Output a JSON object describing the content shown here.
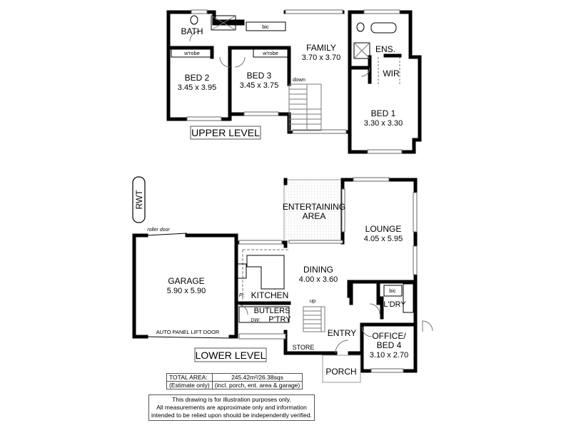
{
  "upper_level": {
    "title": "UPPER LEVEL",
    "rooms": {
      "bath": "BATH",
      "bic": "bic",
      "family": "FAMILY",
      "family_dim": "3.70 x 3.70",
      "ens": "ENS.",
      "wir": "WIR",
      "bed1": "BED 1",
      "bed1_dim": "3.30 x 3.30",
      "bed2": "BED 2",
      "bed2_dim": "3.45 x 3.95",
      "bed3": "BED 3",
      "bed3_dim": "3.45 x 3.75",
      "wrobe2": "w'robe",
      "wrobe3": "w'robe",
      "stairs": "down"
    }
  },
  "lower_level": {
    "title": "LOWER LEVEL",
    "rwt": "RWT",
    "rooms": {
      "entertaining_1": "ENTERTAINING",
      "entertaining_2": "AREA",
      "lounge": "LOUNGE",
      "lounge_dim": "4.05 x 5.95",
      "garage": "GARAGE",
      "garage_dim": "5.90 x 5.90",
      "roller_door": "roller door",
      "garage_door": "AUTO PANEL LIFT DOOR",
      "kitchen": "KITCHEN",
      "fridge": "Fr.",
      "dining": "DINING",
      "dining_dim": "4.00 x 3.60",
      "butlers_1": "BUTLERS",
      "butlers_2": "P'TRY",
      "dw": "DW.",
      "stairs": "up",
      "entry": "ENTRY",
      "store": "STORE",
      "bic": "bic",
      "laundry": "L'DRY",
      "office_1": "OFFICE/",
      "office_2": "BED 4",
      "office_dim": "3.10 x 2.70",
      "porch": "PORCH"
    }
  },
  "area": {
    "label": "TOTAL AREA:",
    "value": "245.42m²/26.38sqs",
    "note_label": "(Estimate only)",
    "note_value": "(incl. porch, ent. area & garage)"
  },
  "disclaimer": [
    "This drawing is for illustration purposes only.",
    "All measurements are approximate only and information",
    "intended to be relied upon should be independently verified."
  ]
}
